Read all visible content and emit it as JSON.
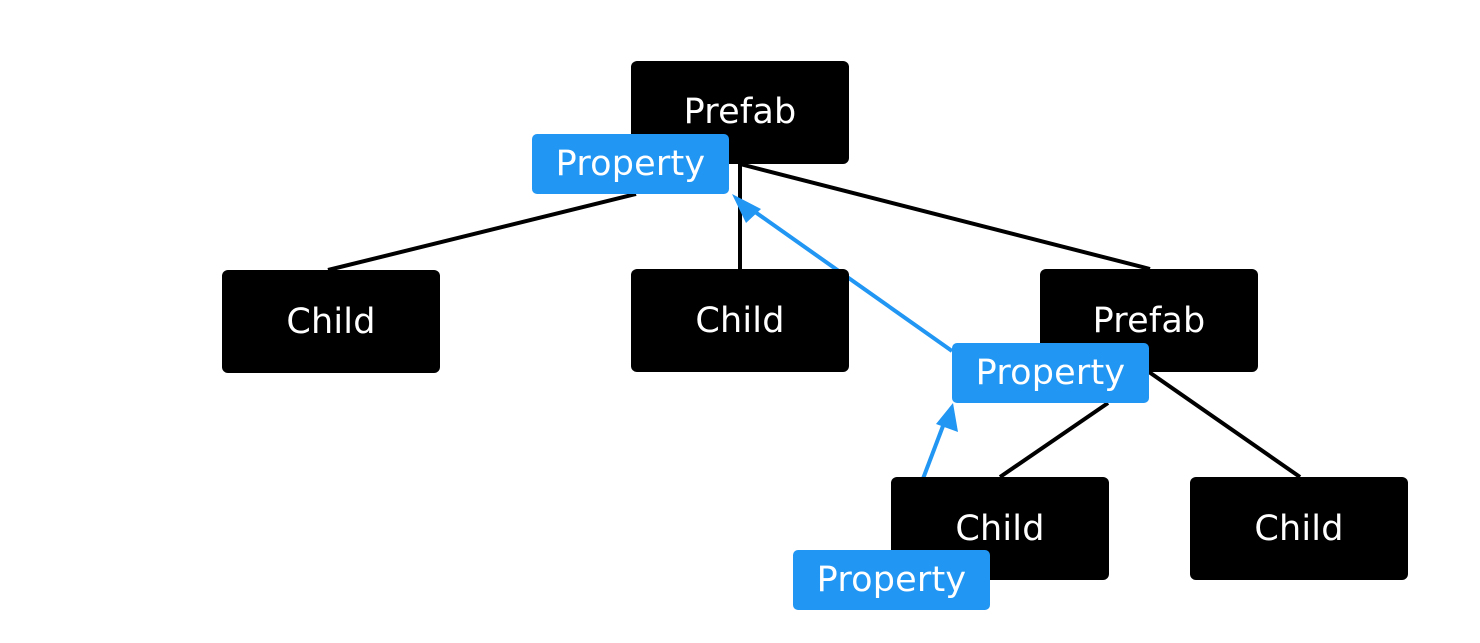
{
  "colors": {
    "node_fill": "#000000",
    "property_fill": "#2196f3",
    "tree_line": "#000000",
    "reference_arrow": "#2196f3",
    "text": "#ffffff"
  },
  "nodes": {
    "prefab_root": "Prefab",
    "child_1": "Child",
    "child_2": "Child",
    "prefab_nested": "Prefab",
    "child_3": "Child",
    "child_4": "Child"
  },
  "properties": {
    "root": "Property",
    "nested": "Property",
    "child": "Property"
  },
  "edges": [
    {
      "from": "prefab_root",
      "to": "child_1",
      "kind": "tree"
    },
    {
      "from": "prefab_root",
      "to": "child_2",
      "kind": "tree"
    },
    {
      "from": "prefab_root",
      "to": "prefab_nested",
      "kind": "tree"
    },
    {
      "from": "prefab_nested",
      "to": "child_3",
      "kind": "tree"
    },
    {
      "from": "prefab_nested",
      "to": "child_4",
      "kind": "tree"
    },
    {
      "from": "property_nested",
      "to": "property_root",
      "kind": "reference-arrow"
    },
    {
      "from": "property_child",
      "to": "property_nested",
      "kind": "reference-arrow"
    }
  ]
}
